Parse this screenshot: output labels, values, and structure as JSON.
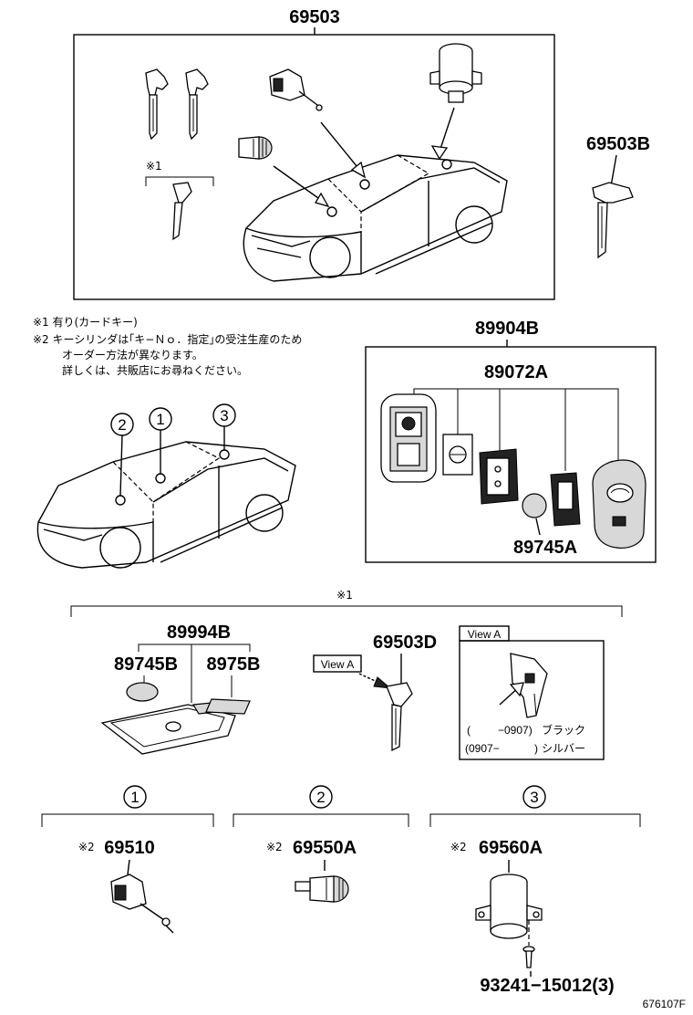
{
  "parts": {
    "p69503": "69503",
    "p69503B": "69503B",
    "p89904B": "89904B",
    "p89072A": "89072A",
    "p89745A": "89745A",
    "p89994B": "89994B",
    "p89745B": "89745B",
    "p8975B": "8975B",
    "p69503D": "69503D",
    "p69510": "69510",
    "p69550A": "69550A",
    "p69560A": "69560A",
    "p93241": "93241−15012(3)"
  },
  "marks": {
    "m1": "※1",
    "m2": "※2",
    "m1_section": "※1"
  },
  "notes": {
    "n1": "※1 有り(カードキー)",
    "n2_line1": "※2 キーシリンダは｢キ−Ｎｏ．指定｣の受注生産のため",
    "n2_line2": "オーダー方法が異なります。",
    "n2_line3": "詳しくは、共販店にお尋ねください。"
  },
  "view": {
    "label_box": "View A",
    "label_panel": "View A",
    "row1_from": "(",
    "row1_to": "−0907)",
    "row1_color": "ブラック",
    "row2_from": "(0907−",
    "row2_to": ")",
    "row2_color": "シルバー"
  },
  "callouts": {
    "c1": "1",
    "c2": "2",
    "c3": "3"
  },
  "drawing_id": "676107F"
}
